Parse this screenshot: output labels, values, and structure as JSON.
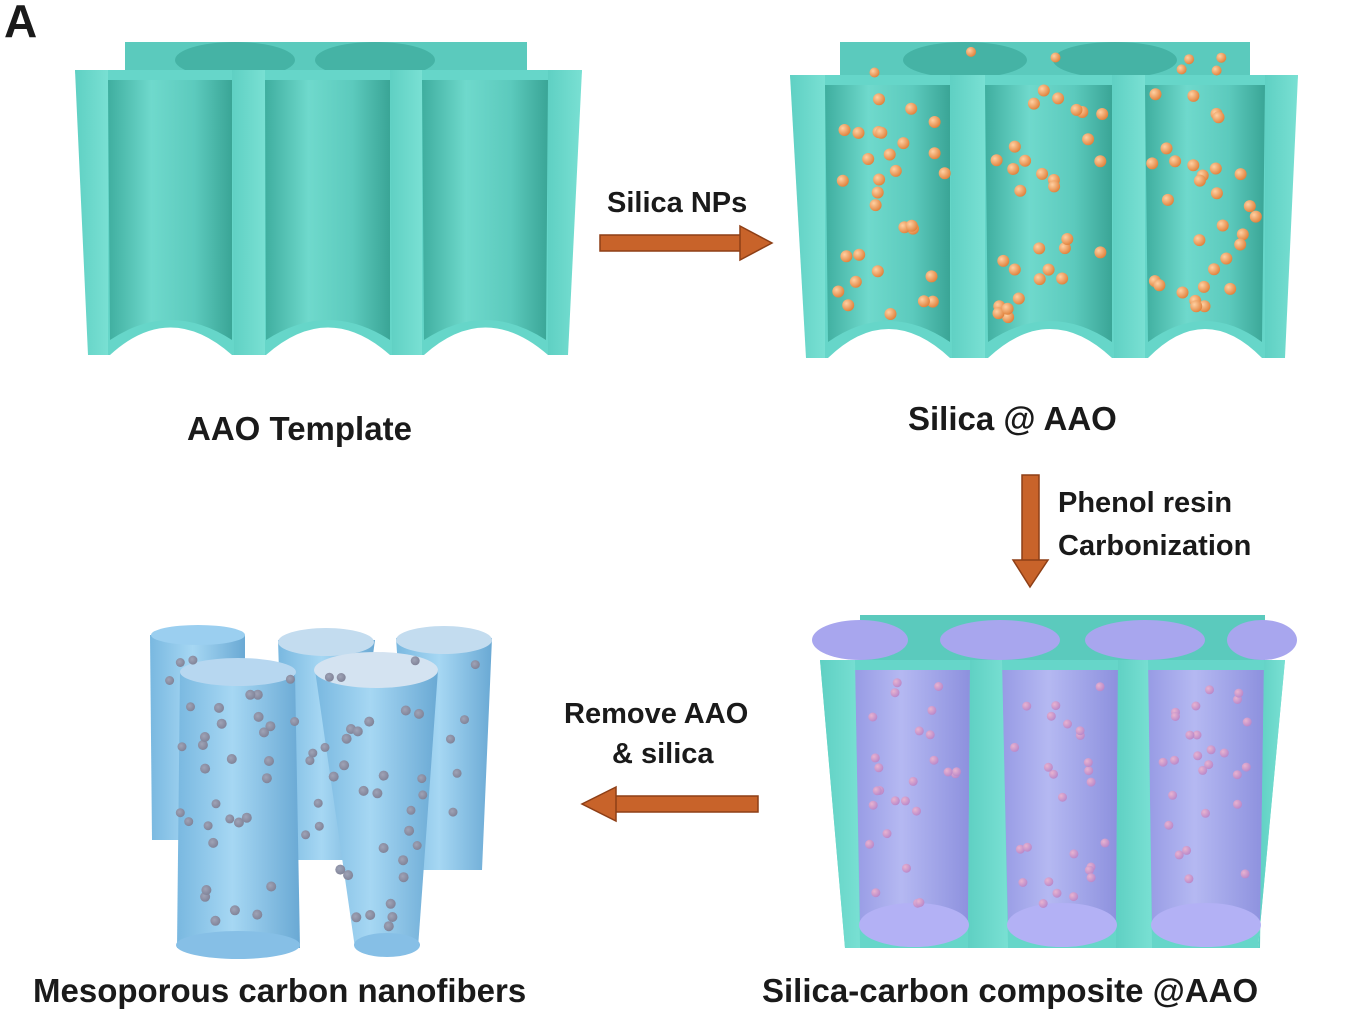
{
  "figure": {
    "panel_letter": "A",
    "stages": {
      "aao_template": {
        "caption": "AAO Template"
      },
      "silica_aao": {
        "caption": "Silica @ AAO"
      },
      "composite": {
        "caption": "Silica-carbon composite @AAO"
      },
      "nanofibers": {
        "caption": "Mesoporous carbon nanofibers"
      }
    },
    "steps": {
      "step1": {
        "label": "Silica NPs"
      },
      "step2": {
        "line1": "Phenol resin",
        "line2": "Carbonization"
      },
      "step3": {
        "line1": "Remove AAO",
        "line2": "& silica"
      }
    },
    "colors": {
      "aao_teal": "#66d6c9",
      "aao_teal_dark": "#3fb8a8",
      "silica_orange": "#ef9a55",
      "carbon_blue": "#8fc9ec",
      "composite_lavender": "#a8a6ee",
      "arrow_brown": "#c8632a"
    }
  }
}
